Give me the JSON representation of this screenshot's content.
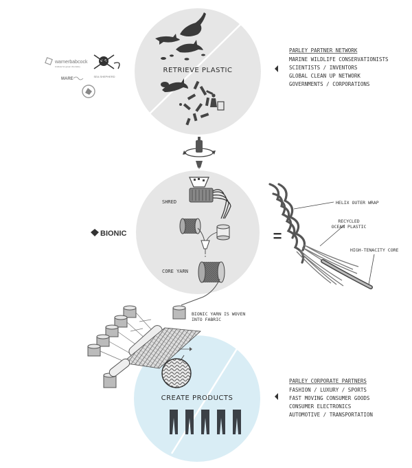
{
  "stage_retrieve": {
    "title": "RETRIEVE PLASTIC"
  },
  "partner_network": {
    "heading": "PARLEY PARTNER NETWORK",
    "items": [
      "MARINE WILDLIFE CONSERVATIONISTS",
      "SCIENTISTS / INVENTORS",
      "GLOBAL CLEAN UP NETWORK",
      "GOVERNMENTS / CORPORATIONS"
    ]
  },
  "partner_logos": {
    "warner": "warnerbabcock",
    "warner_sub": "institute for green chemistry",
    "sea_shepherd": "SEA SHEPHERD",
    "mare": "MARE"
  },
  "bionic": {
    "brand": "BIONIC",
    "equals": "="
  },
  "process": {
    "shred": "SHRED",
    "core_yarn": "CORE YARN",
    "woven_line1": "BIONIC YARN IS WOVEN",
    "woven_line2": "INTO FABRIC"
  },
  "yarn_callouts": {
    "helix": "HELIX OUTER WRAP",
    "recycled_line1": "RECYCLED",
    "recycled_line2": "OCEAN PLASTIC",
    "core": "HIGH-TENACITY CORE"
  },
  "stage_create": {
    "title": "CREATE PRODUCTS"
  },
  "corporate_partners": {
    "heading": "PARLEY CORPORATE PARTNERS",
    "items": [
      "FASHION / LUXURY / SPORTS",
      "FAST MOVING CONSUMER GOODS",
      "CONSUMER ELECTRONICS",
      "AUTOMOTIVE / TRANSPORTATION"
    ]
  },
  "colors": {
    "circle_gray": "#e6e6e6",
    "circle_blue": "#d9edf5",
    "ink": "#3a3a3a"
  }
}
